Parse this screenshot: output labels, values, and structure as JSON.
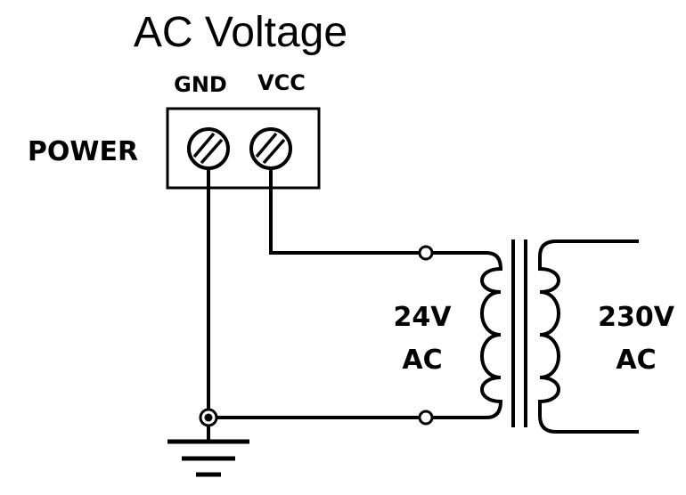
{
  "title": "AC Voltage",
  "terminal_block": {
    "side_label": "POWER",
    "terminals": [
      {
        "label": "GND"
      },
      {
        "label": "VCC"
      }
    ]
  },
  "transformer": {
    "primary": {
      "line1": "24V",
      "line2": "AC"
    },
    "secondary": {
      "line1": "230V",
      "line2": "AC"
    }
  },
  "colors": {
    "ink": "#000000",
    "background": "#ffffff"
  }
}
